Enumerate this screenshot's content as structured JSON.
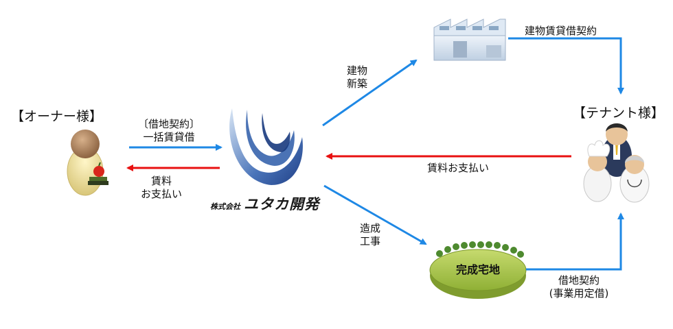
{
  "owner": {
    "title": "【オーナー様】"
  },
  "tenant": {
    "title": "【テナント様】"
  },
  "company": {
    "prefix": "株式会社",
    "name": "ユタカ開発"
  },
  "labels": {
    "lease_title": "〔借地契約〕",
    "lease_sub": "一括賃貸借",
    "rent_line1": "賃料",
    "rent_line2": "お支払い",
    "build_line1": "建物",
    "build_line2": "新築",
    "building_lease": "建物賃貸借契約",
    "tenant_rent": "賃料お支払い",
    "construction_line1": "造成",
    "construction_line2": "工事",
    "land_lease_line1": "借地契約",
    "land_lease_line2": "(事業用定借)"
  },
  "land": {
    "label": "完成宅地"
  },
  "colors": {
    "blue_arrow": "#1e88e5",
    "red_arrow": "#e81010",
    "land_green": "#9dbb3a"
  }
}
